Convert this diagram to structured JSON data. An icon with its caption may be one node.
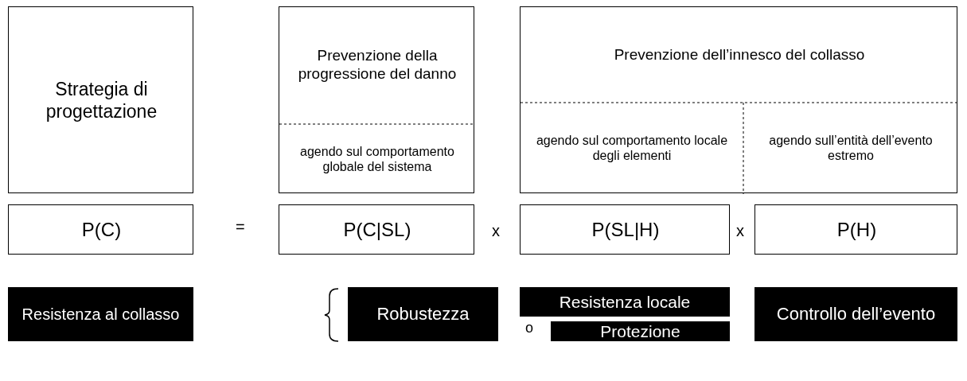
{
  "diagram": {
    "nodes": [
      {
        "text": [
          "Strategia di progettazione"
        ]
      },
      {
        "text": [
          "Prevenzione della progressione del danno",
          "agendo sul comportamento globale del sistema"
        ]
      },
      {
        "text": [
          "Prevenzione dell’innesco del collasso",
          "agendo sul comportamento locale degli elementi",
          "agendo sull’entità dell’evento estremo"
        ]
      },
      {
        "text": [
          "P(C)"
        ]
      },
      {
        "text": [
          "P(C|SL)"
        ]
      },
      {
        "text": [
          "P(SL|H)"
        ]
      },
      {
        "text": [
          "P(H)"
        ]
      },
      {
        "text": [
          "Resistenza al collasso"
        ]
      },
      {
        "text": [
          "Robustezza"
        ]
      },
      {
        "text": [
          "Resistenza locale"
        ]
      },
      {
        "text": [
          "Protezione"
        ]
      },
      {
        "text": [
          "Controllo dell’evento"
        ]
      }
    ],
    "edges": [],
    "labels": [
      "=",
      "x",
      "x",
      "o"
    ]
  }
}
